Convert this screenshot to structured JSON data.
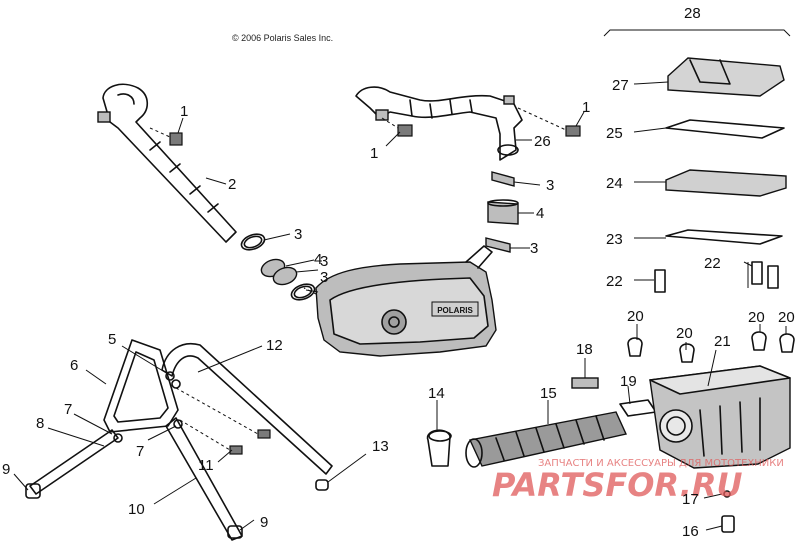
{
  "copyright": "© 2006 Polaris Sales Inc.",
  "case_brand": "POLARIS",
  "watermark": {
    "small_text": "ЗАПЧАСТИ И АКСЕССУАРЫ ДЛЯ МОТОТЕХНИКИ",
    "big_text": "PARTSFOR.RU",
    "color": "#e05a5a"
  },
  "labels": {
    "l1a": "1",
    "l1b": "1",
    "l1c": "1",
    "l2": "2",
    "l3a": "3",
    "l3b": "3",
    "l3c": "3",
    "l3d": "3",
    "l3e": "3",
    "l4a": "4",
    "l4b": "4",
    "l5": "5",
    "l6": "6",
    "l7a": "7",
    "l7b": "7",
    "l8": "8",
    "l9a": "9",
    "l9b": "9",
    "l10": "10",
    "l11": "11",
    "l12": "12",
    "l13": "13",
    "l14": "14",
    "l15": "15",
    "l16": "16",
    "l17": "17",
    "l18": "18",
    "l19": "19",
    "l20a": "20",
    "l20b": "20",
    "l20c": "20",
    "l20d": "20",
    "l21": "21",
    "l22a": "22",
    "l22b": "22",
    "l23": "23",
    "l24": "24",
    "l25": "25",
    "l26": "26",
    "l27": "27",
    "l28": "28"
  }
}
